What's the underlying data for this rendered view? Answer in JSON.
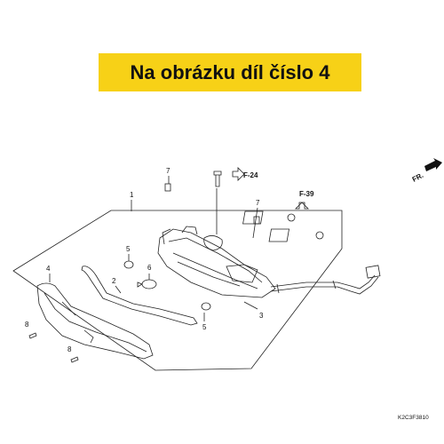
{
  "banner": {
    "text": "Na obrázku díl číslo 4",
    "color": "#f7d117"
  },
  "diagram": {
    "callouts": [
      "1",
      "2",
      "3",
      "4",
      "5",
      "5",
      "6",
      "7",
      "7",
      "8",
      "8"
    ],
    "refs": [
      "F-24",
      "F-39"
    ],
    "direction": "FR.",
    "code": "K2C3F3810"
  }
}
